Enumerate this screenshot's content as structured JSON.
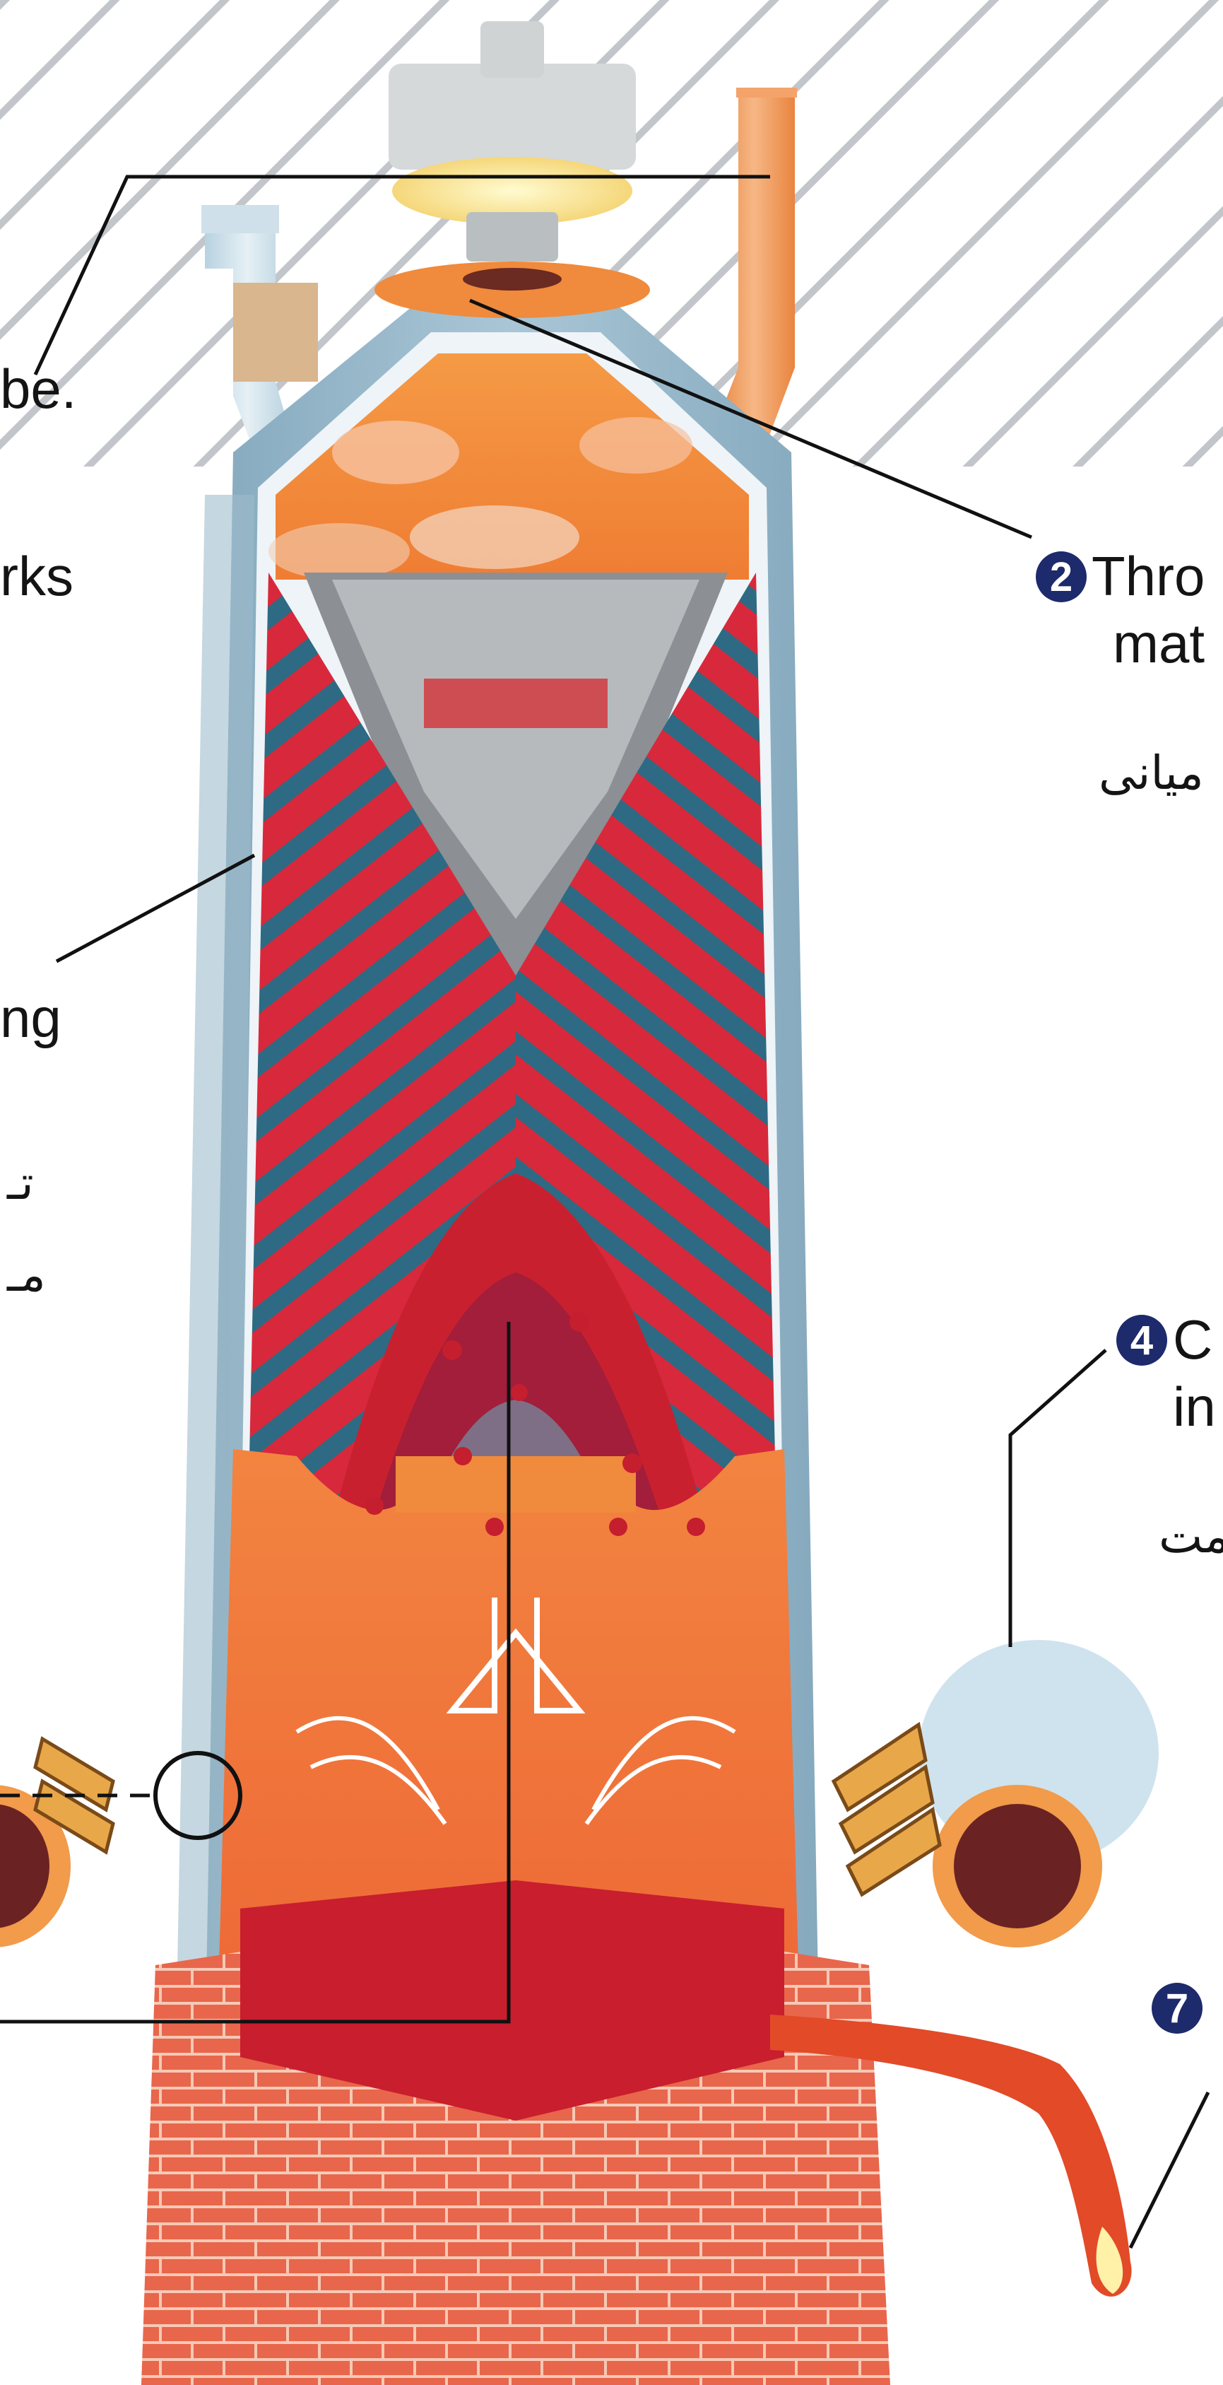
{
  "colors": {
    "hatch": "#bfc3c8",
    "shell_blue": "#8fb2c6",
    "shell_light": "#dfeaf0",
    "furnace_orange": "#f08a3c",
    "furnace_red": "#d52b3c",
    "stripe_teal": "#2f6e86",
    "brick_red": "#e0553f",
    "badge_navy": "#1d2a6b",
    "label_text": "#141414"
  },
  "labels": {
    "left_1": "be.",
    "left_2": "rks",
    "left_3": "ng",
    "left_fa_1": "تـ",
    "left_fa_2": "مـ",
    "right_2_en_1": "Thro",
    "right_2_en_2": "mat",
    "right_2_fa": "میانی",
    "right_4_en_1": "C",
    "right_4_en_2": "in",
    "right_4_fa": "مت"
  },
  "badges": {
    "b2": "2",
    "b4": "4",
    "b7": "7"
  },
  "icons": {
    "blast_pipe": "blast-pipe-icon",
    "molten_iron": "molten-iron-icon"
  }
}
